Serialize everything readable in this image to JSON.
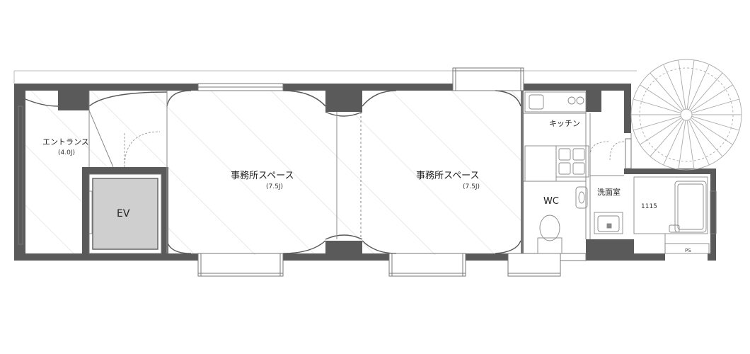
{
  "rooms": {
    "entrance": {
      "name": "エントランス",
      "size": "(4.0J)"
    },
    "office1": {
      "name": "事務所スペース",
      "size": "(7.5J)"
    },
    "office2": {
      "name": "事務所スペース",
      "size": "(7.5J)"
    },
    "kitchen": {
      "name": "キッチン"
    },
    "wc": {
      "name": "WC"
    },
    "washroom": {
      "name": "洗面室"
    },
    "elevator": {
      "name": "EV"
    },
    "bath": {
      "name": "1115"
    },
    "ps": {
      "name": "PS"
    }
  },
  "colors": {
    "wall": "#5a5a5a",
    "line": "#888888",
    "elevator_fill": "#cfcfcf",
    "hatch": "#dcdcdc"
  },
  "icons": [
    "spiral-staircase-icon",
    "toilet-icon",
    "sink-icon",
    "stove-icon",
    "bathtub-icon",
    "door-swing-icon"
  ]
}
